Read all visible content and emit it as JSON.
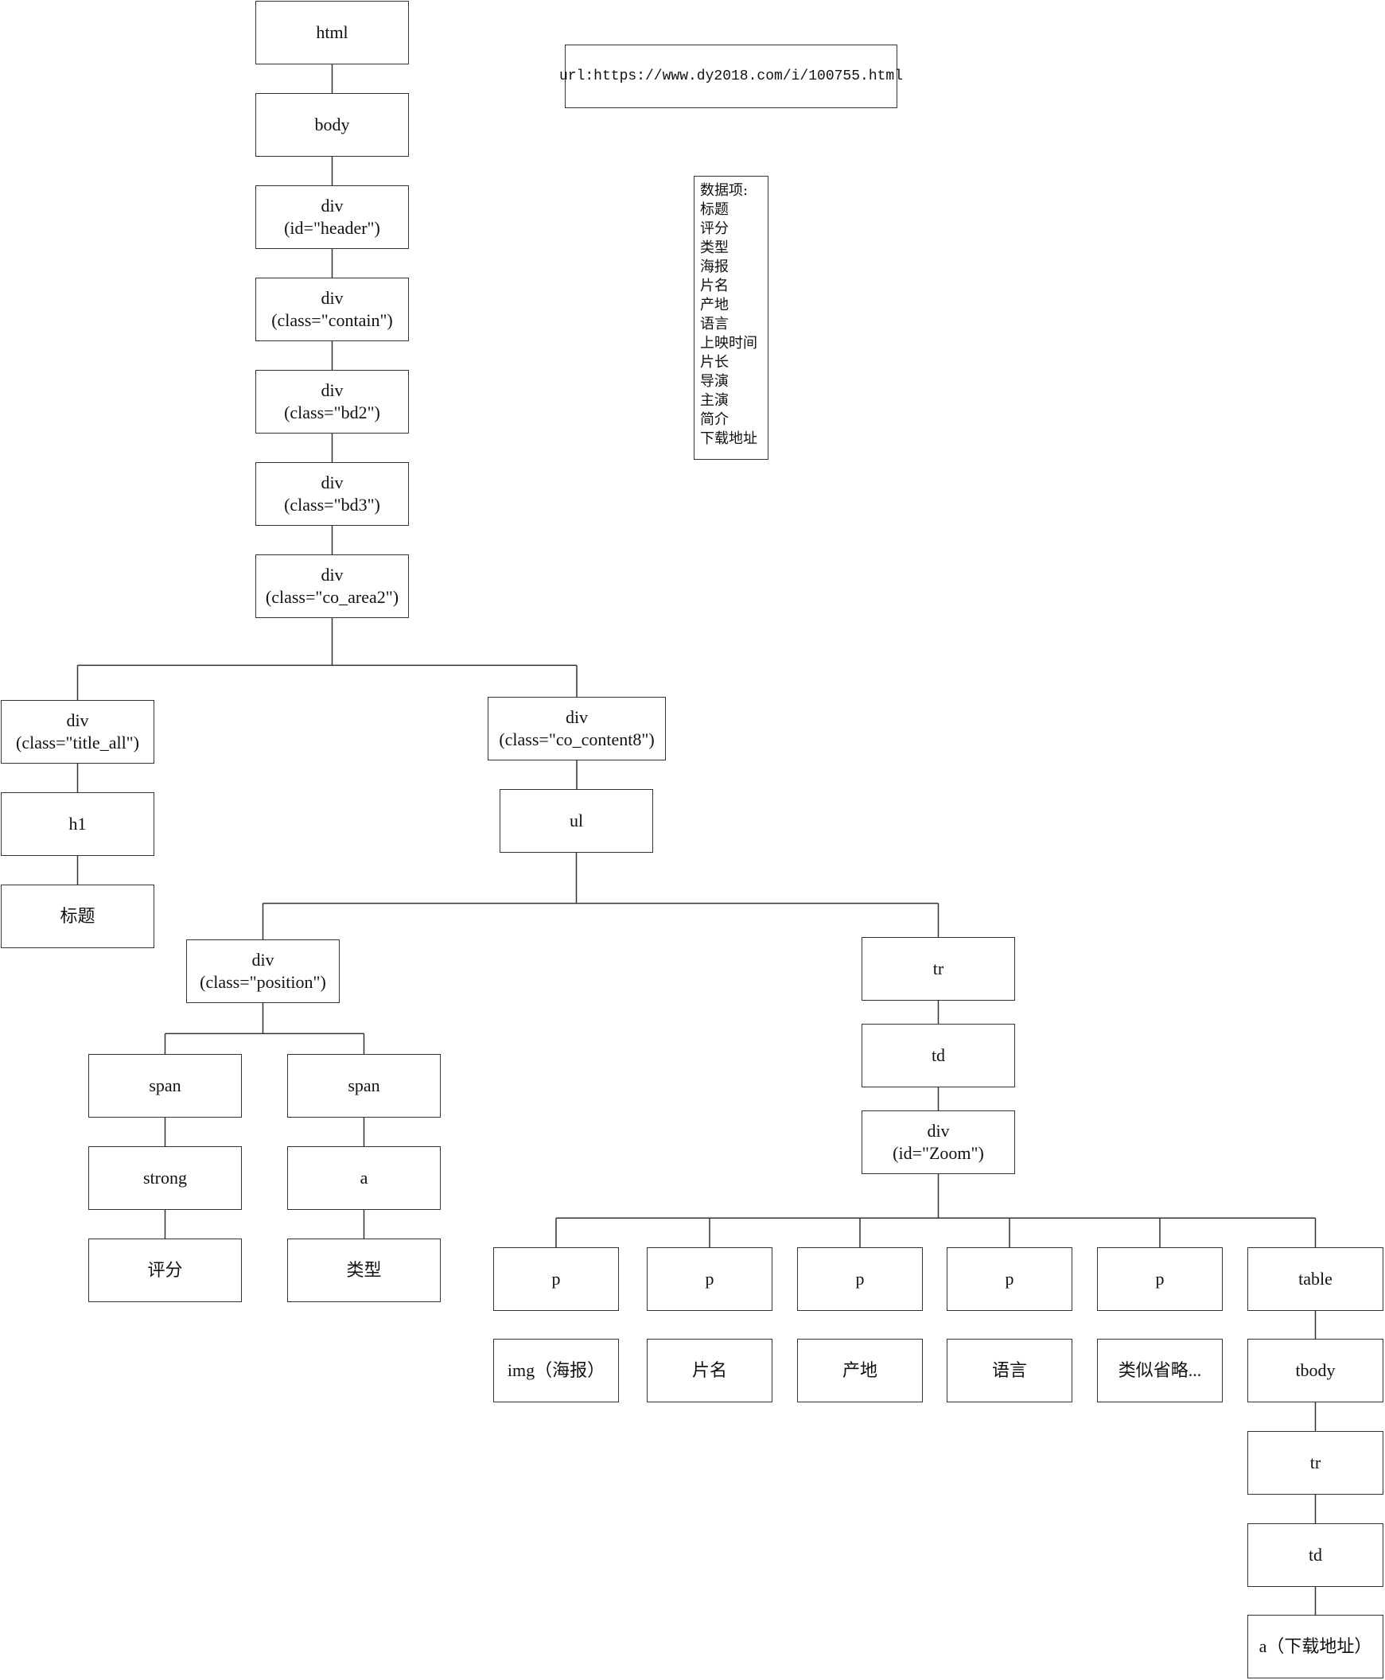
{
  "url_note": "url:https://www.dy2018.com/i/100755.html",
  "data_items": {
    "heading": "数据项:",
    "items": [
      "标题",
      "评分",
      "类型",
      "海报",
      "片名",
      "产地",
      "语言",
      "上映时间",
      "片长",
      "导演",
      "主演",
      "简介",
      "下载地址"
    ]
  },
  "nodes": [
    {
      "id": "html",
      "lines": [
        "html"
      ]
    },
    {
      "id": "body",
      "lines": [
        "body"
      ]
    },
    {
      "id": "div-header",
      "lines": [
        "div",
        "(id=\"header\")"
      ]
    },
    {
      "id": "div-contain",
      "lines": [
        "div",
        "(class=\"contain\")"
      ]
    },
    {
      "id": "div-bd2",
      "lines": [
        "div",
        "(class=\"bd2\")"
      ]
    },
    {
      "id": "div-bd3",
      "lines": [
        "div",
        "(class=\"bd3\")"
      ]
    },
    {
      "id": "div-co-area2",
      "lines": [
        "div",
        "(class=\"co_area2\")"
      ]
    },
    {
      "id": "div-title-all",
      "lines": [
        "div",
        "(class=\"title_all\")"
      ]
    },
    {
      "id": "h1",
      "lines": [
        "h1"
      ]
    },
    {
      "id": "title-leaf",
      "lines": [
        "标题"
      ]
    },
    {
      "id": "div-co-content8",
      "lines": [
        "div",
        "(class=\"co_content8\")"
      ]
    },
    {
      "id": "ul",
      "lines": [
        "ul"
      ]
    },
    {
      "id": "div-position",
      "lines": [
        "div",
        "(class=\"position\")"
      ]
    },
    {
      "id": "span-1",
      "lines": [
        "span"
      ]
    },
    {
      "id": "strong",
      "lines": [
        "strong"
      ]
    },
    {
      "id": "score-leaf",
      "lines": [
        "评分"
      ]
    },
    {
      "id": "span-2",
      "lines": [
        "span"
      ]
    },
    {
      "id": "a-type",
      "lines": [
        "a"
      ]
    },
    {
      "id": "type-leaf",
      "lines": [
        "类型"
      ]
    },
    {
      "id": "tr-1",
      "lines": [
        "tr"
      ]
    },
    {
      "id": "td-1",
      "lines": [
        "td"
      ]
    },
    {
      "id": "div-zoom",
      "lines": [
        "div",
        "(id=\"Zoom\")"
      ]
    },
    {
      "id": "p-1",
      "lines": [
        "p"
      ]
    },
    {
      "id": "poster-leaf",
      "lines": [
        "img（海报）"
      ]
    },
    {
      "id": "p-2",
      "lines": [
        "p"
      ]
    },
    {
      "id": "name-leaf",
      "lines": [
        "片名"
      ]
    },
    {
      "id": "p-3",
      "lines": [
        "p"
      ]
    },
    {
      "id": "origin-leaf",
      "lines": [
        "产地"
      ]
    },
    {
      "id": "p-4",
      "lines": [
        "p"
      ]
    },
    {
      "id": "lang-leaf",
      "lines": [
        "语言"
      ]
    },
    {
      "id": "p-5",
      "lines": [
        "p"
      ]
    },
    {
      "id": "etc-leaf",
      "lines": [
        "类似省略..."
      ]
    },
    {
      "id": "table",
      "lines": [
        "table"
      ]
    },
    {
      "id": "tbody",
      "lines": [
        "tbody"
      ]
    },
    {
      "id": "tr-2",
      "lines": [
        "tr"
      ]
    },
    {
      "id": "td-2",
      "lines": [
        "td"
      ]
    },
    {
      "id": "download-leaf",
      "lines": [
        "a（下载地址）"
      ]
    }
  ],
  "edges": [
    [
      "html",
      "body"
    ],
    [
      "body",
      "div-header"
    ],
    [
      "div-header",
      "div-contain"
    ],
    [
      "div-contain",
      "div-bd2"
    ],
    [
      "div-bd2",
      "div-bd3"
    ],
    [
      "div-bd3",
      "div-co-area2"
    ],
    [
      "div-co-area2",
      "div-title-all"
    ],
    [
      "div-co-area2",
      "div-co-content8"
    ],
    [
      "div-title-all",
      "h1"
    ],
    [
      "h1",
      "title-leaf"
    ],
    [
      "div-co-content8",
      "ul"
    ],
    [
      "ul",
      "div-position"
    ],
    [
      "ul",
      "tr-1"
    ],
    [
      "div-position",
      "span-1"
    ],
    [
      "div-position",
      "span-2"
    ],
    [
      "span-1",
      "strong"
    ],
    [
      "strong",
      "score-leaf"
    ],
    [
      "span-2",
      "a-type"
    ],
    [
      "a-type",
      "type-leaf"
    ],
    [
      "tr-1",
      "td-1"
    ],
    [
      "td-1",
      "div-zoom"
    ],
    [
      "div-zoom",
      "p-1"
    ],
    [
      "div-zoom",
      "p-2"
    ],
    [
      "div-zoom",
      "p-3"
    ],
    [
      "div-zoom",
      "p-4"
    ],
    [
      "div-zoom",
      "p-5"
    ],
    [
      "div-zoom",
      "table"
    ],
    [
      "table",
      "tbody"
    ],
    [
      "tbody",
      "tr-2"
    ],
    [
      "tr-2",
      "td-2"
    ],
    [
      "td-2",
      "download-leaf"
    ]
  ]
}
